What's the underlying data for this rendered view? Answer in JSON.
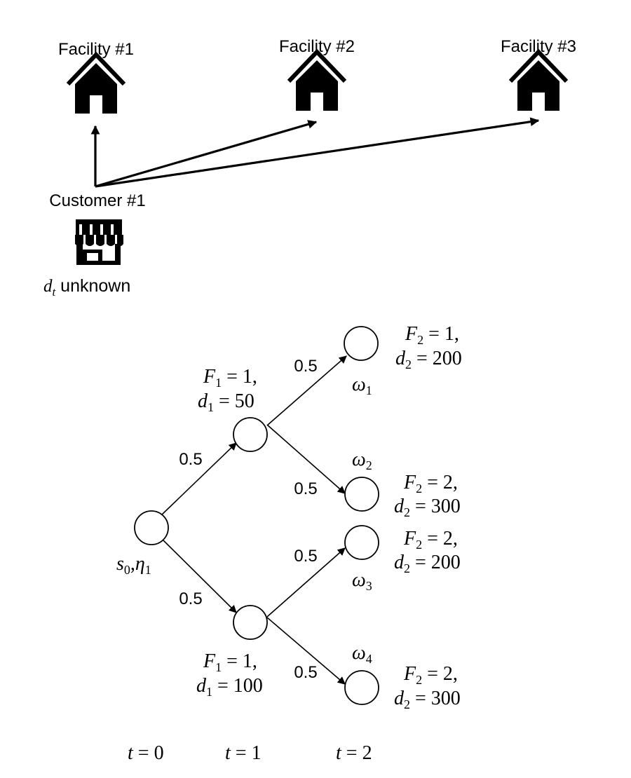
{
  "network": {
    "facilities": [
      {
        "label": "Facility #1",
        "icon": "house-icon"
      },
      {
        "label": "Facility #2",
        "icon": "house-icon"
      },
      {
        "label": "Facility #3",
        "icon": "house-icon"
      }
    ],
    "customer": {
      "label": "Customer #1",
      "icon": "store-icon",
      "demand_var": "d",
      "demand_sub": "t",
      "demand_note": " unknown"
    }
  },
  "tree": {
    "root": {
      "s": "s",
      "s_sub": "0",
      "sep": ",",
      "eta": "η",
      "eta_sub": "1"
    },
    "stage1": [
      {
        "F": "F",
        "F_sub": "1",
        "F_val": " = 1,",
        "d": "d",
        "d_sub": "1",
        "d_val": " = 50",
        "prob": "0.5"
      },
      {
        "F": "F",
        "F_sub": "1",
        "F_val": " = 1,",
        "d": "d",
        "d_sub": "1",
        "d_val": " = 100",
        "prob": "0.5"
      }
    ],
    "stage2": [
      {
        "omega": "ω",
        "omega_sub": "1",
        "F": "F",
        "F_sub": "2",
        "F_val": " = 1,",
        "d": "d",
        "d_sub": "2",
        "d_val": " = 200",
        "prob": "0.5"
      },
      {
        "omega": "ω",
        "omega_sub": "2",
        "F": "F",
        "F_sub": "2",
        "F_val": " = 2,",
        "d": "d",
        "d_sub": "2",
        "d_val": " = 300",
        "prob": "0.5"
      },
      {
        "omega": "ω",
        "omega_sub": "3",
        "F": "F",
        "F_sub": "2",
        "F_val": " = 2,",
        "d": "d",
        "d_sub": "2",
        "d_val": " = 200",
        "prob": "0.5"
      },
      {
        "omega": "ω",
        "omega_sub": "4",
        "F": "F",
        "F_sub": "2",
        "F_val": " = 2,",
        "d": "d",
        "d_sub": "2",
        "d_val": " = 300",
        "prob": "0.5"
      }
    ],
    "time_labels": [
      {
        "t": "t",
        "val": " = 0"
      },
      {
        "t": "t",
        "val": " = 1"
      },
      {
        "t": "t",
        "val": " = 2"
      }
    ]
  }
}
